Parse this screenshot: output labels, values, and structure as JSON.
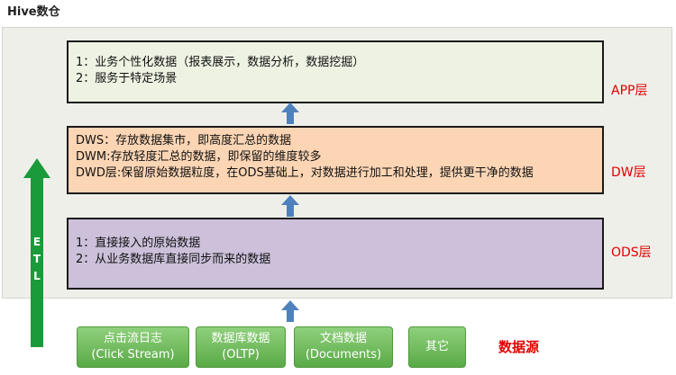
{
  "title": "Hive数仓",
  "layers": {
    "app": {
      "label": "APP层",
      "lines": [
        "1：业务个性化数据（报表展示，数据分析，数据挖掘）",
        "2：服务于特定场景"
      ]
    },
    "dw": {
      "label": "DW层",
      "lines": [
        "DWS：存放数据集市，即高度汇总的数据",
        "DWM:存放轻度汇总的数据，即保留的维度较多",
        "DWD层:保留原始数据粒度，在ODS基础上，对数据进行加工和处理，提供更干净的数据"
      ]
    },
    "ods": {
      "label": "ODS层",
      "lines": [
        "1：直接接入的原始数据",
        "2：从业务数据库直接同步而来的数据"
      ]
    }
  },
  "etl": [
    "E",
    "T",
    "L"
  ],
  "sources": {
    "label": "数据源",
    "items": [
      {
        "name": "点击流日志",
        "sub": "(Click Stream)"
      },
      {
        "name": "数据库数据",
        "sub": "(OLTP)"
      },
      {
        "name": "文档数据",
        "sub": "(Documents)"
      },
      {
        "name": "其它",
        "sub": ""
      }
    ]
  },
  "colors": {
    "app_bg": "#eef2e2",
    "dw_bg": "#fcd5b4",
    "ods_bg": "#ccc0da",
    "label_red": "#e00000",
    "arrow_blue": "#4f81bd",
    "etl_green": "#1a9a3a",
    "source_green": "#6abf57"
  }
}
